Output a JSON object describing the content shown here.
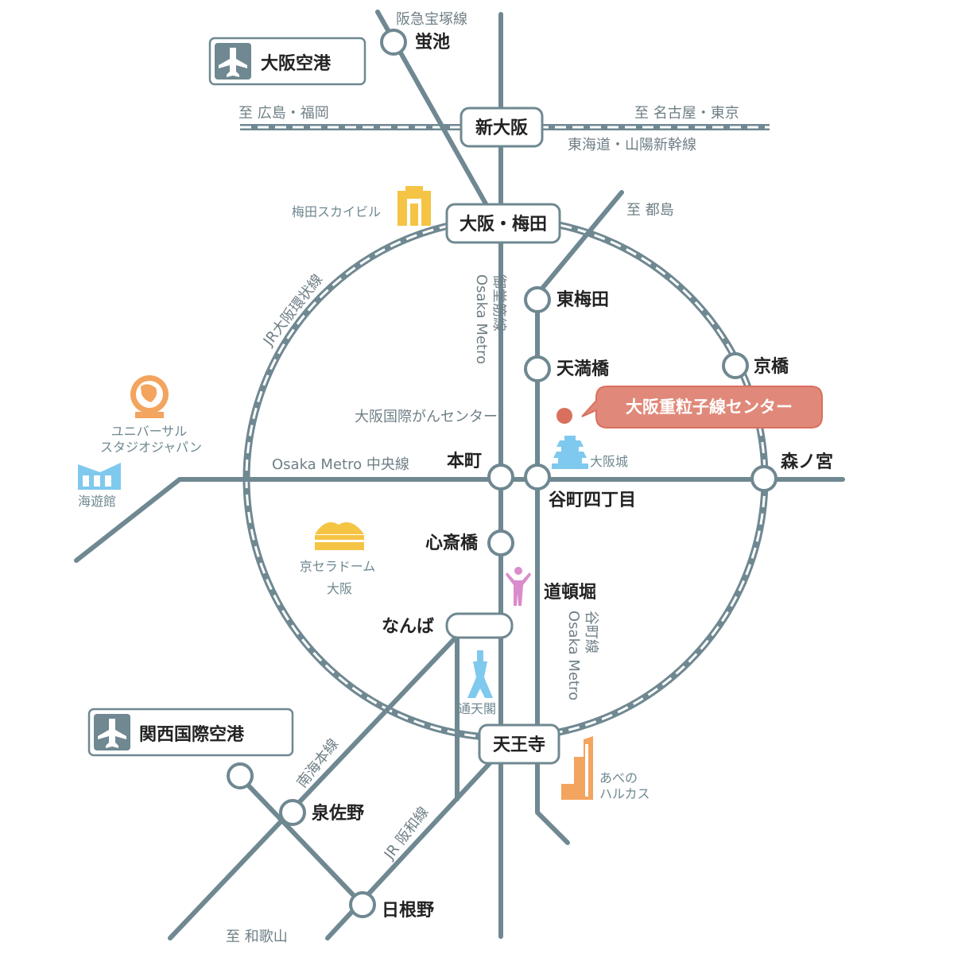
{
  "colors": {
    "line": "#6f8891",
    "accent": "#e0897a",
    "accent_dot": "#d9705e",
    "landmark_yellow": "#f5c445",
    "landmark_orange": "#f3a45e",
    "landmark_blue": "#7fc9ee",
    "landmark_pink": "#d98ccb"
  },
  "airports": {
    "osaka": "大阪空港",
    "kansai": "関西国際空港"
  },
  "lines": {
    "hankyu_takarazuka": "阪急宝塚線",
    "jr_loop": "JR大阪環状線",
    "midosuji": "Osaka Metro\n御堂筋線",
    "chuo": "Osaka Metro 中央線",
    "tanimachi": "Osaka Metro\n谷町線",
    "nankai": "南海本線",
    "hanwa": "JR 阪和線",
    "shinkansen": "東海道・山陽新幹線"
  },
  "directions": {
    "hiroshima": "至 広島・福岡",
    "nagoya": "至 名古屋・東京",
    "miyakojima": "至 都島",
    "wakayama": "至 和歌山"
  },
  "stations": {
    "hotarugaike": "蛍池",
    "shin_osaka": "新大阪",
    "umeda": "大阪・梅田",
    "higashi_umeda": "東梅田",
    "tenmabashi": "天満橋",
    "kyobashi": "京橋",
    "honmachi": "本町",
    "tanimachi4": "谷町四丁目",
    "morinomiya": "森ノ宮",
    "shinsaibashi": "心斎橋",
    "dotonbori": "道頓堀",
    "namba": "なんば",
    "tennoji": "天王寺",
    "izumisano": "泉佐野",
    "hineno": "日根野"
  },
  "landmarks": {
    "umeda_sky": "梅田スカイビル",
    "usj": "ユニバーサル\nスタジオジャパン",
    "kaiyukan": "海遊館",
    "kyocera": "京セラドーム\n大阪",
    "tsutenkaku": "通天閣",
    "harukas": "あべの\nハルカス",
    "osaka_castle": "大阪城",
    "cancer_center": "大阪国際がんセンター"
  },
  "destination": "大阪重粒子線センター",
  "icons": [
    "airplane-icon",
    "skyscraper-icon",
    "globe-icon",
    "aquarium-icon",
    "dome-icon",
    "runner-icon",
    "tower-icon",
    "harukas-icon",
    "castle-icon"
  ]
}
